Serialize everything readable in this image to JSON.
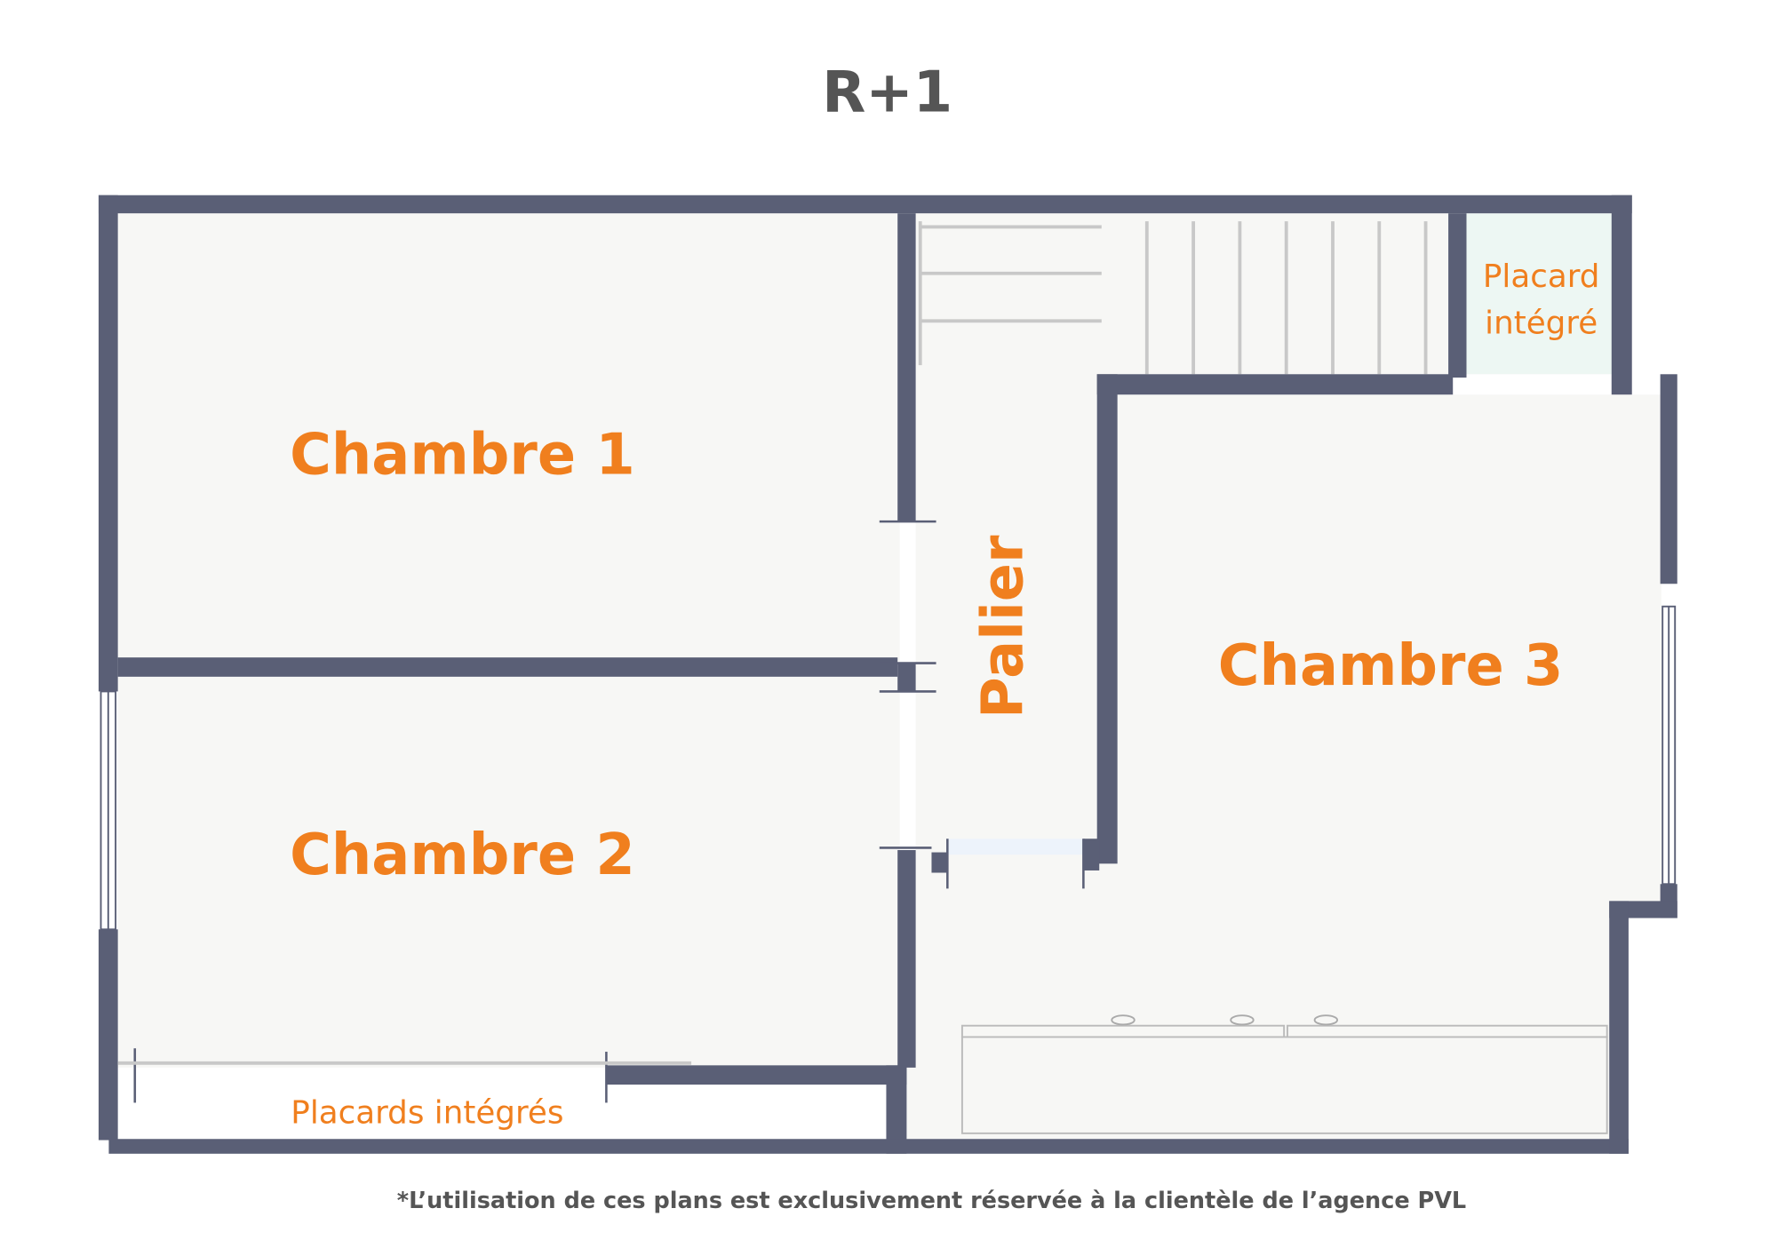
{
  "title": "R+1",
  "rooms": {
    "chambre1": "Chambre 1",
    "chambre2": "Chambre 2",
    "chambre3": "Chambre 3",
    "palier": "Palier",
    "placard_line1": "Placard",
    "placard_line2": "intégré",
    "placards": "Placards intégrés"
  },
  "footer_note": "*L’utilisation de ces plans est exclusivement réservée à la clientèle de l’agence PVL",
  "colors": {
    "wall": "#5a5f76",
    "label": "#f07f1e",
    "floor": "#f7f7f5",
    "closet": "#edf7f3",
    "text": "#555555"
  }
}
